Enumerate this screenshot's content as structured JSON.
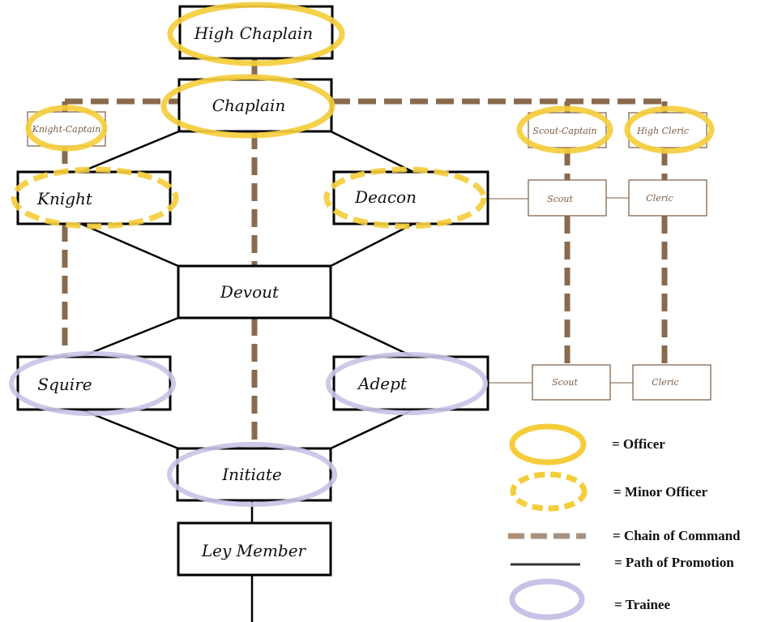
{
  "title": "Order Rank Structure",
  "colors": {
    "officer": "#f5cd3c",
    "trainee": "#c8c3e6",
    "chain": "#8a6a4d",
    "promotion": "#000000",
    "minor_box": "#7a5c44"
  },
  "ranks": {
    "high_chaplain": "High Chaplain",
    "chaplain": "Chaplain",
    "knight_captain": "Knight-Captain",
    "knight": "Knight",
    "deacon": "Deacon",
    "devout": "Devout",
    "squire": "Squire",
    "adept": "Adept",
    "initiate": "Initiate",
    "ley_member": "Ley Member",
    "scout_captain": "Scout-Captain",
    "high_cleric": "High Cleric",
    "scout_upper": "Scout",
    "cleric_upper": "Cleric",
    "scout_lower": "Scout",
    "cleric_lower": "Cleric"
  },
  "legend": {
    "officer": "= Officer",
    "minor_officer": "= Minor Officer",
    "chain_of_command": "= Chain of Command",
    "path_of_promotion": "= Path of Promotion",
    "trainee": "= Trainee"
  }
}
